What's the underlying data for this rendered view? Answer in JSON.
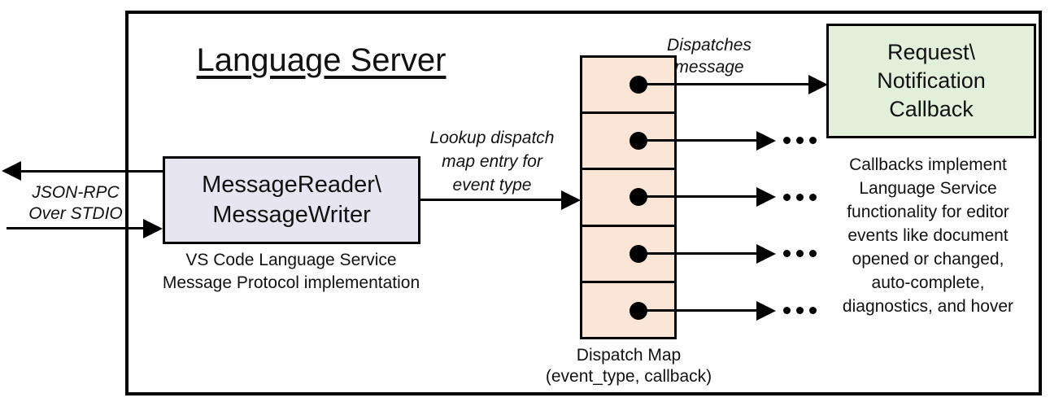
{
  "title": "Language Server",
  "stdio": {
    "label": "JSON-RPC\nOver STDIO"
  },
  "reader": {
    "box_label": "MessageReader\\\nMessageWriter",
    "caption": "VS Code Language Service\nMessage Protocol implementation"
  },
  "lookup": {
    "label": "Lookup dispatch\nmap entry for\nevent type"
  },
  "dispatch_map": {
    "label": "Dispatch Map\n(event_type, callback)",
    "row_count": 5
  },
  "dispatches": {
    "label": "Dispatches\nmessage"
  },
  "callback": {
    "box_label": "Request\\\nNotification\nCallback",
    "note": "Callbacks implement\nLanguage Service\nfunctionality for editor\nevents like document\nopened or changed,\nauto-complete,\ndiagnostics, and hover"
  },
  "icons": {
    "ellipsis_icon": "..."
  },
  "colors": {
    "background": "#FFFFFF",
    "outline": "#000000",
    "reader_fill": "#E7E6F0",
    "map_fill": "#FBE5D6",
    "callback_fill": "#E2EFDA"
  }
}
